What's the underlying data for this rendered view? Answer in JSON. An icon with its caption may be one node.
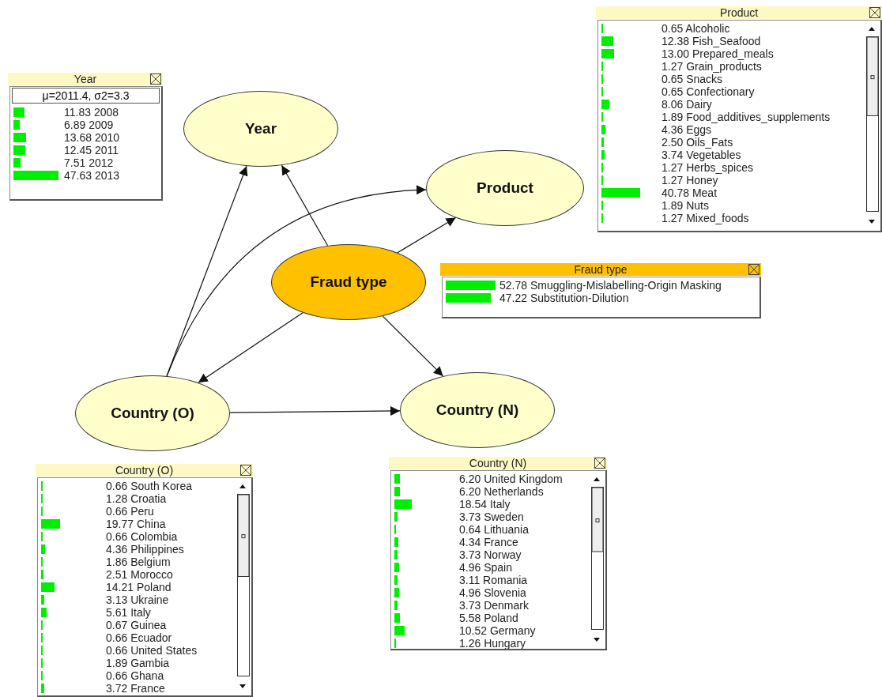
{
  "diagram": {
    "nodes": [
      {
        "text": [
          "Year"
        ]
      },
      {
        "text": [
          "Product"
        ]
      },
      {
        "text": [
          "Fraud type"
        ]
      },
      {
        "text": [
          "Country (O)"
        ]
      },
      {
        "text": [
          "Country (N)"
        ]
      },
      {
        "text": [
          "Year",
          "μ=2011.4, σ2=3.3",
          "11.83 2008",
          "6.89 2009",
          "13.68 2010",
          "12.45 2011",
          "7.51 2012",
          "47.63 2013"
        ]
      },
      {
        "text": [
          "Product",
          "0.65 Alcoholic",
          "12.38 Fish_Seafood",
          "13.00 Prepared_meals",
          "1.27 Grain_products",
          "0.65 Snacks",
          "0.65 Confectionary",
          "8.06 Dairy",
          "1.89 Food_additives_supplements",
          "4.36 Eggs",
          "2.50 Oils_Fats",
          "3.74 Vegetables",
          "1.27 Herbs_spices",
          "1.27 Honey",
          "40.78 Meat",
          "1.89 Nuts",
          "1.27 Mixed_foods"
        ]
      },
      {
        "text": [
          "Fraud type",
          "52.78 Smuggling-Mislabelling-Origin Masking",
          "47.22 Substitution-Dilution"
        ]
      },
      {
        "text": [
          "Country (O)",
          "0.66 South Korea",
          "1.28 Croatia",
          "0.66 Peru",
          "19.77 China",
          "0.66 Colombia",
          "4.36 Philippines",
          "1.86 Belgium",
          "2.51 Morocco",
          "14.21 Poland",
          "3.13 Ukraine",
          "5.61 Italy",
          "0.67 Guinea",
          "0.66 Ecuador",
          "0.66 United States",
          "1.89 Gambia",
          "0.66 Ghana",
          "3.72 France"
        ]
      },
      {
        "text": [
          "Country (N)",
          "6.20 United Kingdom",
          "6.20 Netherlands",
          "18.54 Italy",
          "3.73 Sweden",
          "0.64 Lithuania",
          "4.34 France",
          "3.73 Norway",
          "4.96 Spain",
          "3.11 Romania",
          "4.96 Slovenia",
          "3.73 Denmark",
          "5.58 Poland",
          "10.52 Germany",
          "1.26 Hungary"
        ]
      }
    ],
    "edges": [
      {
        "from": 2,
        "to": 0,
        "arrow": "to"
      },
      {
        "from": 2,
        "to": 1,
        "arrow": "to"
      },
      {
        "from": 2,
        "to": 3,
        "arrow": "to"
      },
      {
        "from": 2,
        "to": 4,
        "arrow": "to"
      },
      {
        "from": 3,
        "to": 0,
        "arrow": "to"
      },
      {
        "from": 3,
        "to": 1,
        "arrow": "to"
      },
      {
        "from": 3,
        "to": 4,
        "arrow": "to"
      }
    ]
  }
}
